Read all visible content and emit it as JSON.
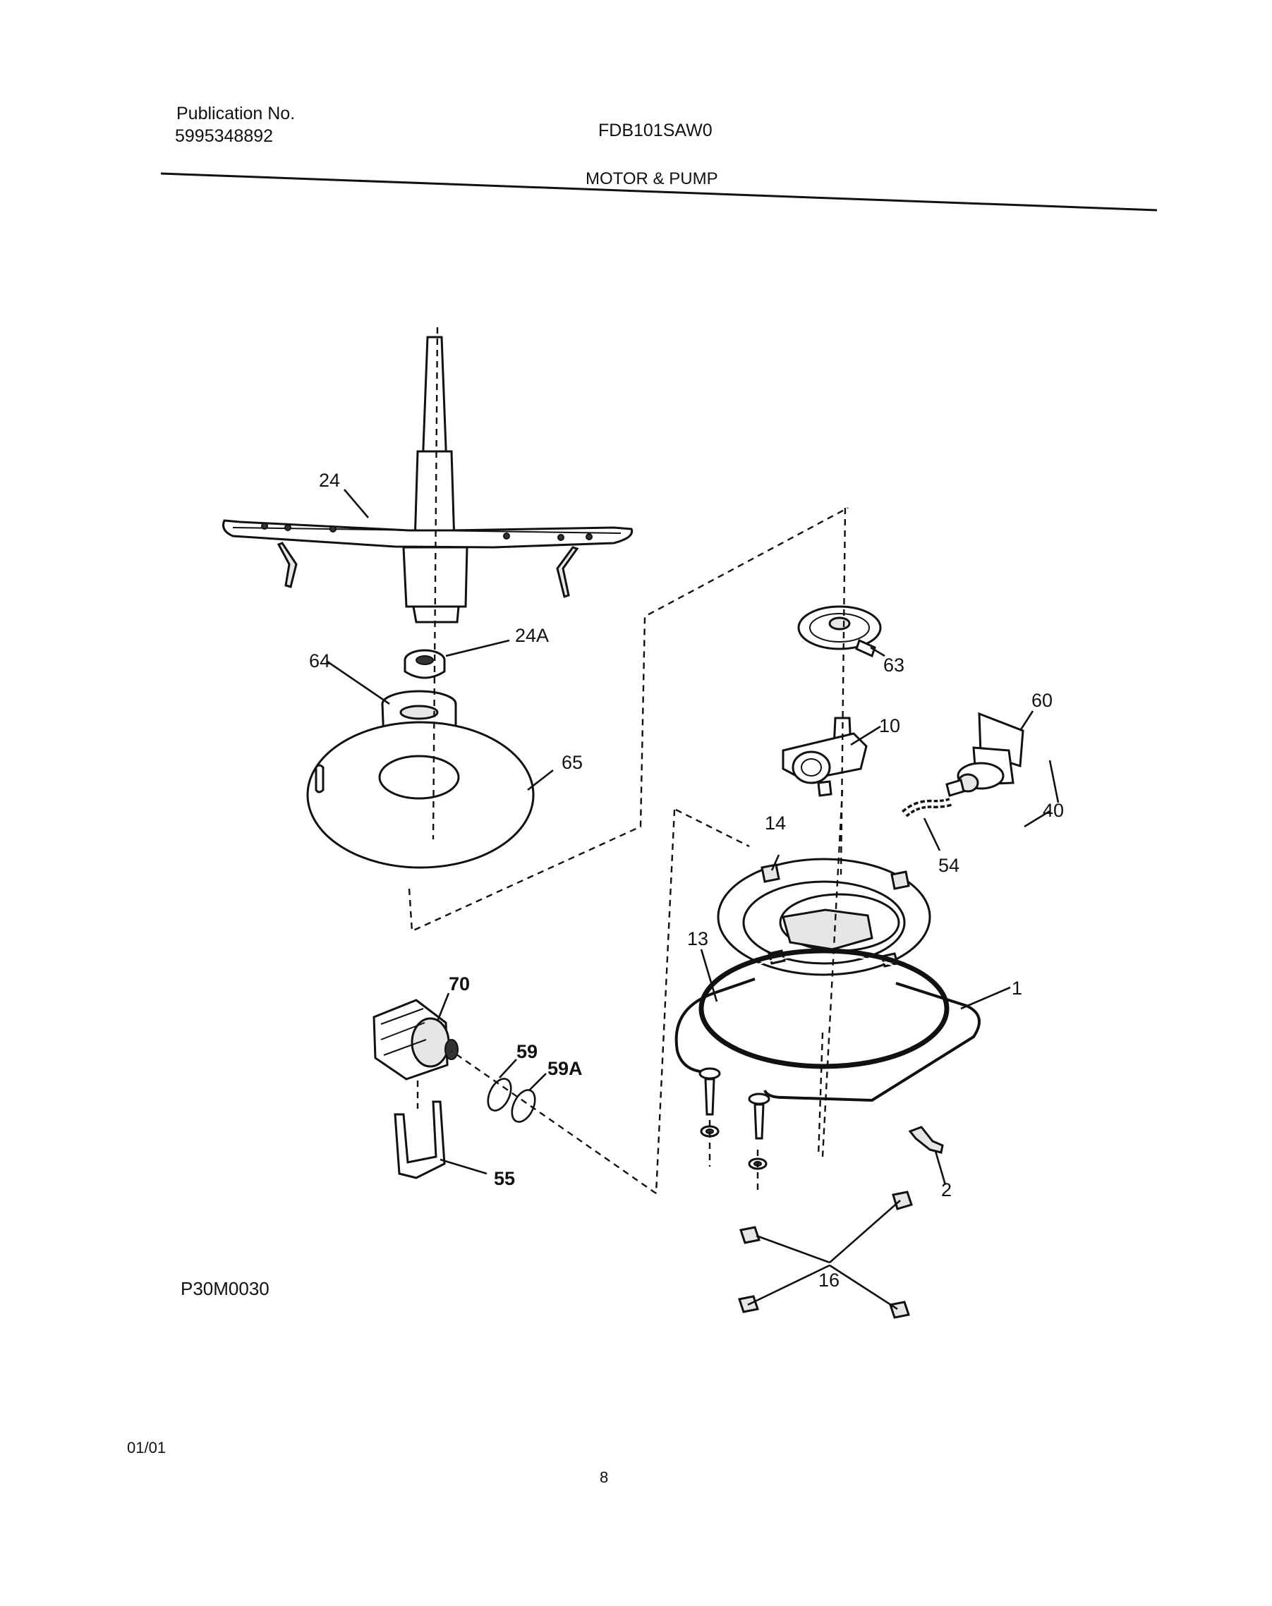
{
  "header": {
    "publication_label": "Publication No.",
    "publication_number": "5995348892",
    "model": "FDB101SAW0",
    "section_title": "MOTOR & PUMP"
  },
  "diagram": {
    "figure_code": "P30M0030",
    "callouts": {
      "c24": "24",
      "c24a": "24A",
      "c64": "64",
      "c65": "65",
      "c63": "63",
      "c10": "10",
      "c60": "60",
      "c40": "40",
      "c54": "54",
      "c14": "14",
      "c13": "13",
      "c1": "1",
      "c70": "70",
      "c59": "59",
      "c59a": "59A",
      "c55": "55",
      "c2": "2",
      "c16": "16"
    }
  },
  "footer": {
    "date": "01/01",
    "page_number": "8"
  }
}
